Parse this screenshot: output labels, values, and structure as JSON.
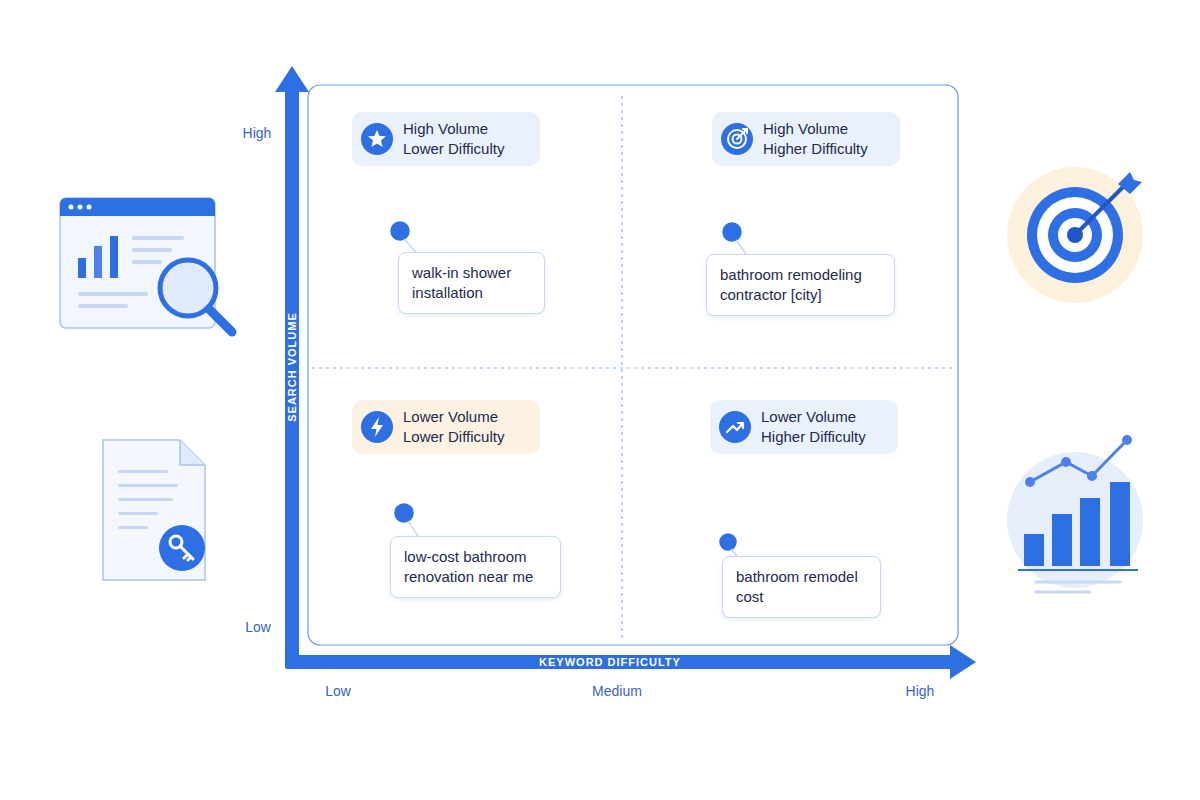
{
  "diagram": {
    "nodes": [
      {
        "text": [
          "High Volume Lower Difficulty"
        ]
      },
      {
        "text": [
          "walk-in shower installation"
        ]
      },
      {
        "text": [
          "High Volume Higher Difficulty"
        ]
      },
      {
        "text": [
          "bathroom remodeling contractor [city]"
        ]
      },
      {
        "text": [
          "Lower Volume Lower Difficulty"
        ]
      },
      {
        "text": [
          "low-cost bathroom renovation near me"
        ]
      },
      {
        "text": [
          "Lower Volume Higher Difficulty"
        ]
      },
      {
        "text": [
          "bathroom remodel cost"
        ]
      }
    ],
    "labels": [
      "High",
      "Low",
      "SEARCH VOLUME",
      "KEYWORD DIFFICULTY",
      "Low",
      "Medium",
      "High"
    ]
  }
}
